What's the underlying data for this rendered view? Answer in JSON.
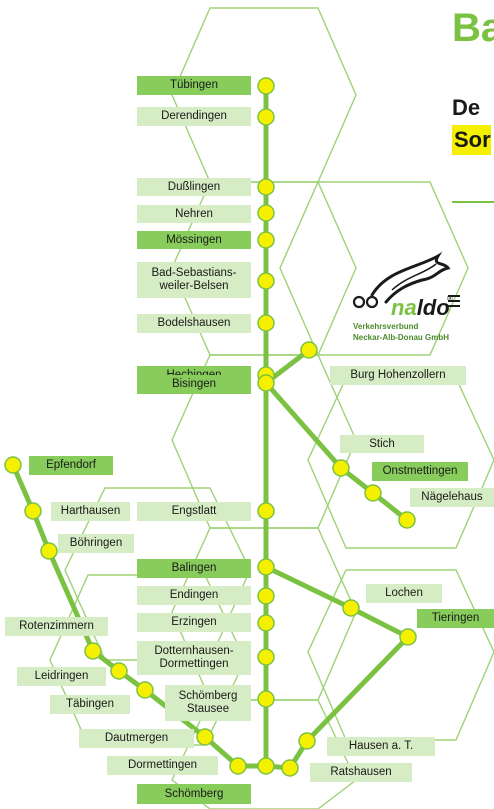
{
  "header": {
    "title": "Ba",
    "subtitle_line1": "De",
    "subtitle_line2": "Sor"
  },
  "logo": {
    "wordmark_prefix": "na",
    "wordmark_suffix": "ldo",
    "registered": "®",
    "tagline_line1": "Verkehrsverbund",
    "tagline_line2": "Neckar-Alb-Donau GmbH"
  },
  "colors": {
    "line_green": "#7cc242",
    "stop_yellow": "#f4f000",
    "label_light": "#d6ecc4",
    "label_dark": "#88cc5c",
    "highlight_yellow": "#f4f000"
  },
  "stations": {
    "tuebingen": "Tübingen",
    "derendingen": "Derendingen",
    "dusslingen": "Dußlingen",
    "nehren": "Nehren",
    "moessingen": "Mössingen",
    "bad_sebastiansweiler": "Bad-Sebastians-\nweiler-Belsen",
    "bodelshausen": "Bodelshausen",
    "hechingen": "Hechingen",
    "burg_hohenzollern": "Burg Hohenzollern",
    "bisingen": "Bisingen",
    "stich": "Stich",
    "onstmettingen": "Onstmettingen",
    "naegelehaus": "Nägelehaus",
    "epfendorf": "Epfendorf",
    "harthausen": "Harthausen",
    "engstlatt": "Engstlatt",
    "boehringen": "Böhringen",
    "balingen": "Balingen",
    "endingen": "Endingen",
    "lochen": "Lochen",
    "erzingen": "Erzingen",
    "tieringen": "Tieringen",
    "rotenzimmern": "Rotenzimmern",
    "dotternhausen": "Dotternhausen-\nDormettingen",
    "leidringen": "Leidringen",
    "schoemberg_stausee": "Schömberg\nStausee",
    "taebingen": "Täbingen",
    "dautmergen": "Dautmergen",
    "hausen": "Hausen a. T.",
    "dormettingen": "Dormettingen",
    "ratshausen": "Ratshausen",
    "schoemberg": "Schömberg"
  }
}
